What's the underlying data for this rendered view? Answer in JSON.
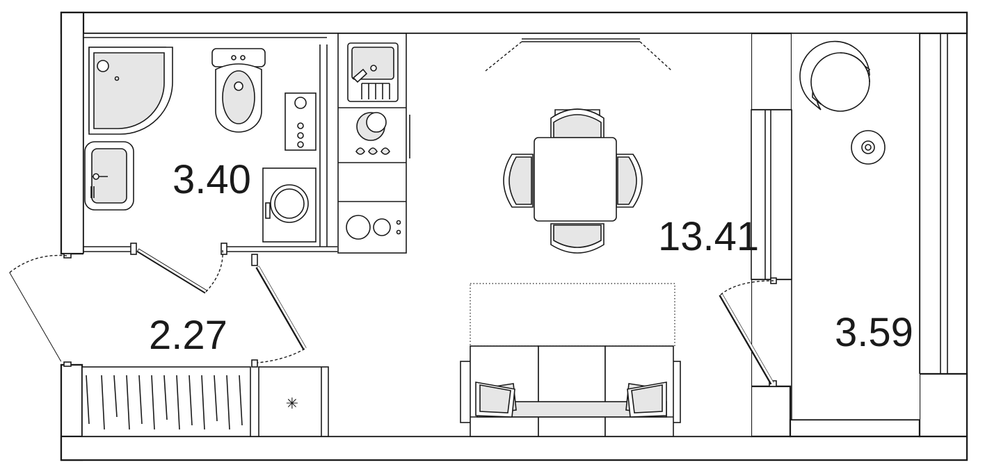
{
  "floorplan": {
    "rooms": [
      {
        "id": "bathroom",
        "area": "3.40"
      },
      {
        "id": "hallway",
        "area": "2.27"
      },
      {
        "id": "living",
        "area": "13.41"
      },
      {
        "id": "balcony",
        "area": "3.59"
      }
    ],
    "symbols": {
      "ventilation": "✳"
    },
    "colors": {
      "line": "#1a1a1a",
      "fill": "#e6e6e6",
      "background": "#ffffff"
    }
  }
}
